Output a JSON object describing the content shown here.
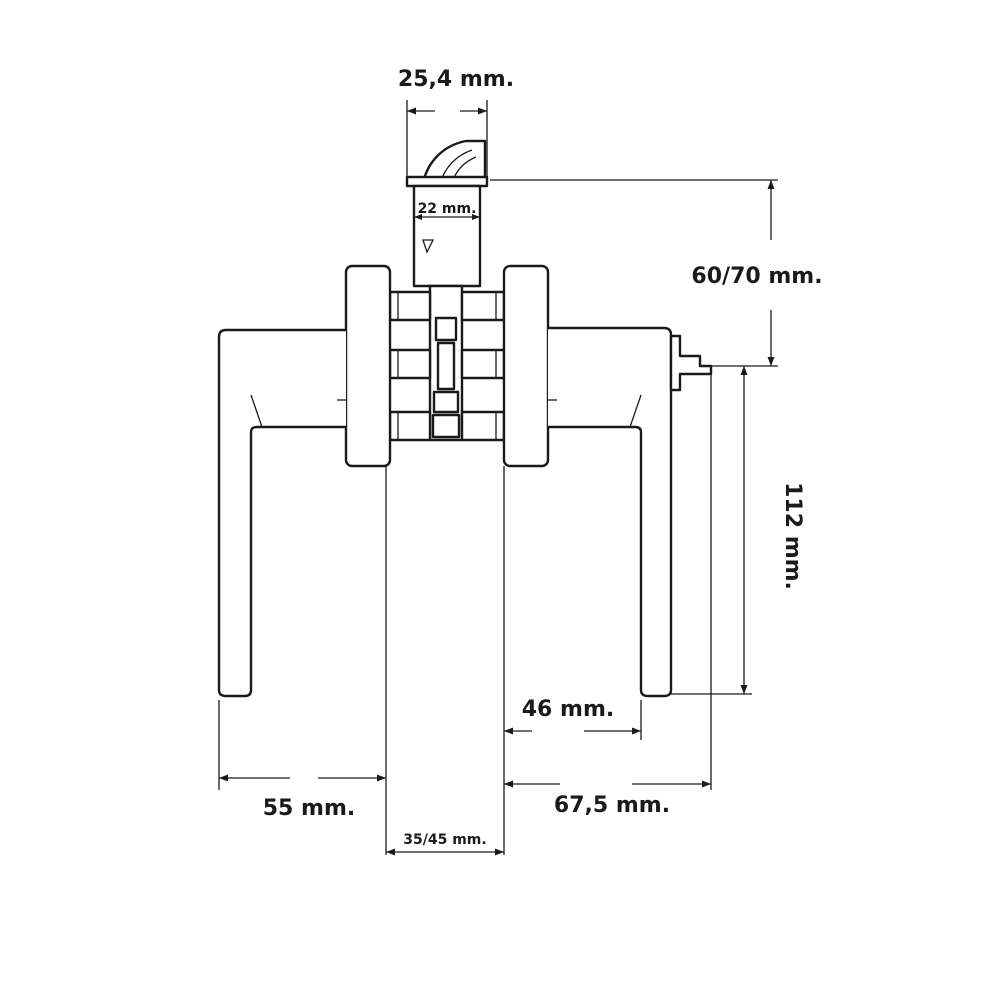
{
  "dimensions": {
    "latch_width": "25,4 mm.",
    "latch_inner": "22 mm.",
    "backset": "60/70 mm.",
    "handle_height": "112 mm.",
    "inner_projection": "46 mm.",
    "left_projection": "55 mm.",
    "right_projection": "67,5 mm.",
    "door_thickness": "35/45 mm."
  }
}
